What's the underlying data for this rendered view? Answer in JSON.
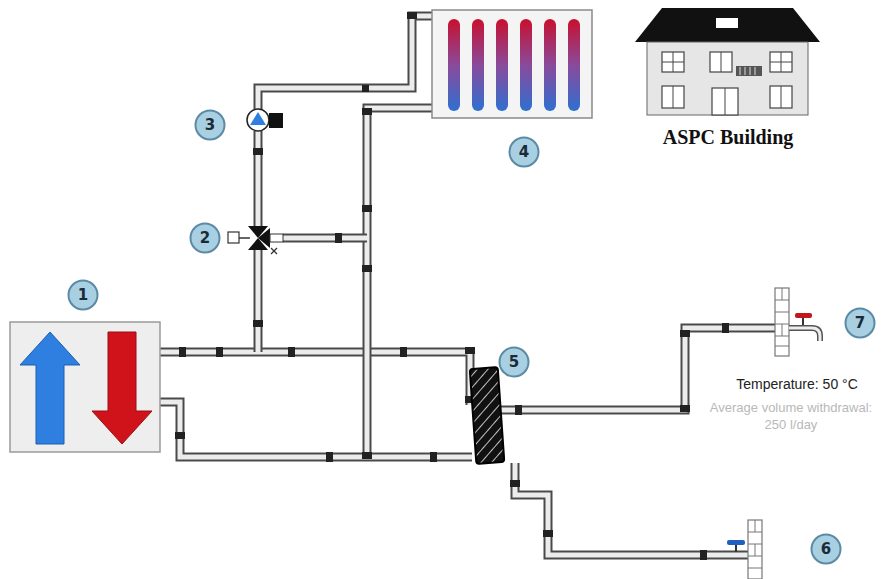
{
  "diagram": {
    "nodes": [
      {
        "text": [
          "3"
        ]
      },
      {
        "text": [
          "4"
        ]
      },
      {
        "text": [
          "2"
        ]
      },
      {
        "text": [
          "1"
        ]
      },
      {
        "text": [
          "5"
        ]
      },
      {
        "text": [
          "7"
        ]
      },
      {
        "text": [
          "6"
        ]
      }
    ],
    "labels": [
      "ASPC Building",
      "Temperature: 50 °C",
      "Average volume withdrawal: 250 l/day"
    ]
  }
}
